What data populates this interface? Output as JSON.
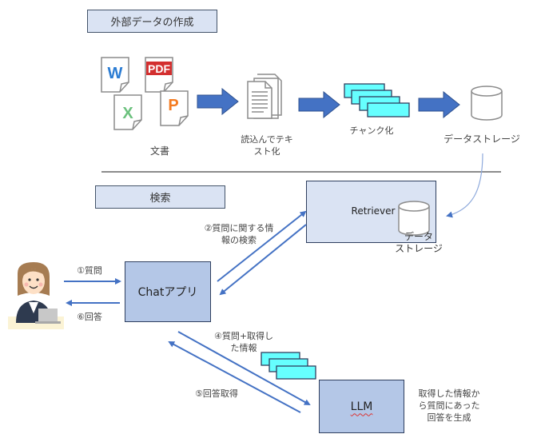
{
  "section_create": {
    "label": "外部データの作成"
  },
  "section_search": {
    "label": "検索"
  },
  "documents": {
    "icons": [
      "word-document",
      "pdf-document",
      "excel-document",
      "powerpoint-document"
    ],
    "word_letter": "W",
    "pdf_letter": "PDF",
    "excel_letter": "X",
    "ppt_letter": "P",
    "label": "文書"
  },
  "text_doc": {
    "label": "読込んでテキ\nスト化"
  },
  "chunk": {
    "label": "チャンク化"
  },
  "storage": {
    "label": "データストレージ"
  },
  "retriever": {
    "label": "Retriever",
    "storage_label": "データ\nストレージ"
  },
  "chat_app": {
    "label": "Chatアプリ"
  },
  "llm": {
    "label": "LLM",
    "description": "取得した情報か\nら質問にあった\n回答を生成"
  },
  "flows": {
    "step1": "①質問",
    "step2": "②質問に関する情\n報の検索",
    "step4": "④質問+取得し\nた情報",
    "step5": "⑤回答取得",
    "step6": "⑥回答"
  },
  "colors": {
    "block_arrow": "#4472c4",
    "box_light": "#dae3f3",
    "box_node": "#b4c7e7",
    "chunk_fill": "#66ffff",
    "line_arrow": "#4472c4",
    "word": "#2b7cd3",
    "pdf": "#d32f2f",
    "excel": "#21a366",
    "ppt": "#f47b20"
  }
}
